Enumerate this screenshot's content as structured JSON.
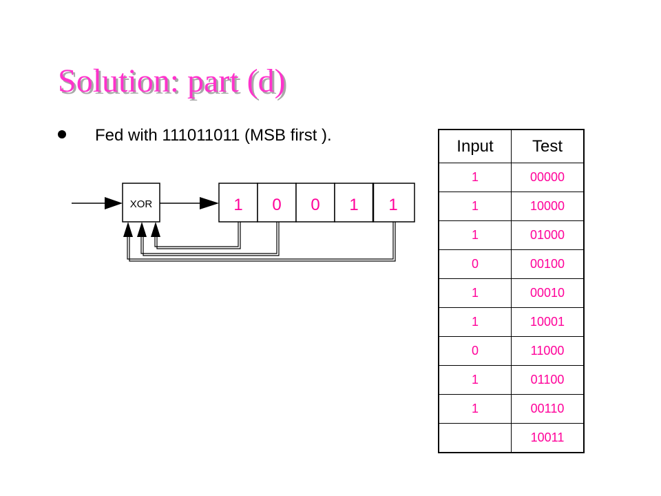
{
  "slide": {
    "title": "Solution: part (d)",
    "bullet": "Fed with 111011011 (MSB first )."
  },
  "diagram": {
    "gate_label": "XOR",
    "register_bits": [
      "1",
      "0",
      "0",
      "1",
      "1"
    ]
  },
  "table": {
    "headers": [
      "Input",
      "Test"
    ],
    "rows": [
      [
        "1",
        "00000"
      ],
      [
        "1",
        "10000"
      ],
      [
        "1",
        "01000"
      ],
      [
        "0",
        "00100"
      ],
      [
        "1",
        "00010"
      ],
      [
        "1",
        "10001"
      ],
      [
        "0",
        "11000"
      ],
      [
        "1",
        "01100"
      ],
      [
        "1",
        "00110"
      ],
      [
        "",
        "10011"
      ]
    ]
  },
  "colors": {
    "title": "#ff33cc",
    "title_shadow": "#a8a8a8",
    "table_values": "#ff0099",
    "background": "#ffffff"
  }
}
